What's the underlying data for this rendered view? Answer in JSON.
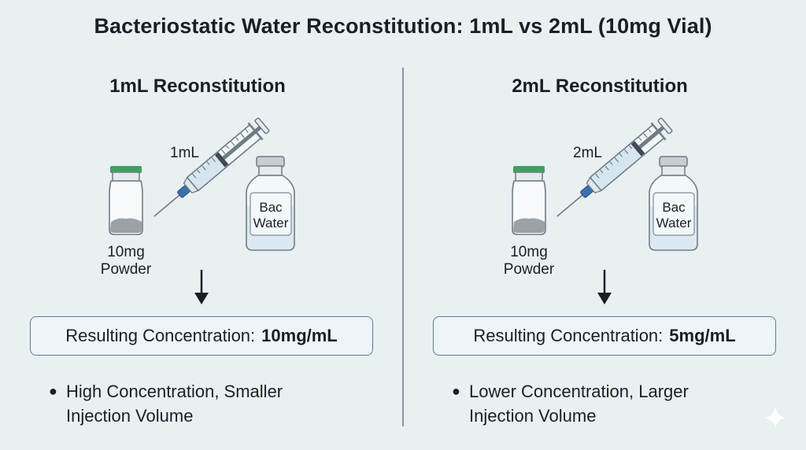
{
  "title": "Bacteriostatic Water Reconstitution: 1mL vs 2mL (10mg Vial)",
  "panels": [
    {
      "heading": "1mL Reconstitution",
      "syringe_volume": "1mL",
      "powder_label_line1": "10mg",
      "powder_label_line2": "Powder",
      "bac_label_line1": "Bac",
      "bac_label_line2": "Water",
      "result_prefix": "Resulting Concentration:",
      "result_value": "10mg/mL",
      "bullet": "High Concentration, Smaller Injection Volume"
    },
    {
      "heading": "2mL Reconstitution",
      "syringe_volume": "2mL",
      "powder_label_line1": "10mg",
      "powder_label_line2": "Powder",
      "bac_label_line1": "Bac",
      "bac_label_line2": "Water",
      "result_prefix": "Resulting Concentration:",
      "result_value": "5mg/mL",
      "bullet": "Lower Concentration, Larger Injection Volume"
    }
  ],
  "colors": {
    "background": "#e9f0f1",
    "vial_cap_green": "#3fa15f",
    "needle_hub_blue": "#3a6fb0",
    "result_border": "#5d7c8f"
  }
}
